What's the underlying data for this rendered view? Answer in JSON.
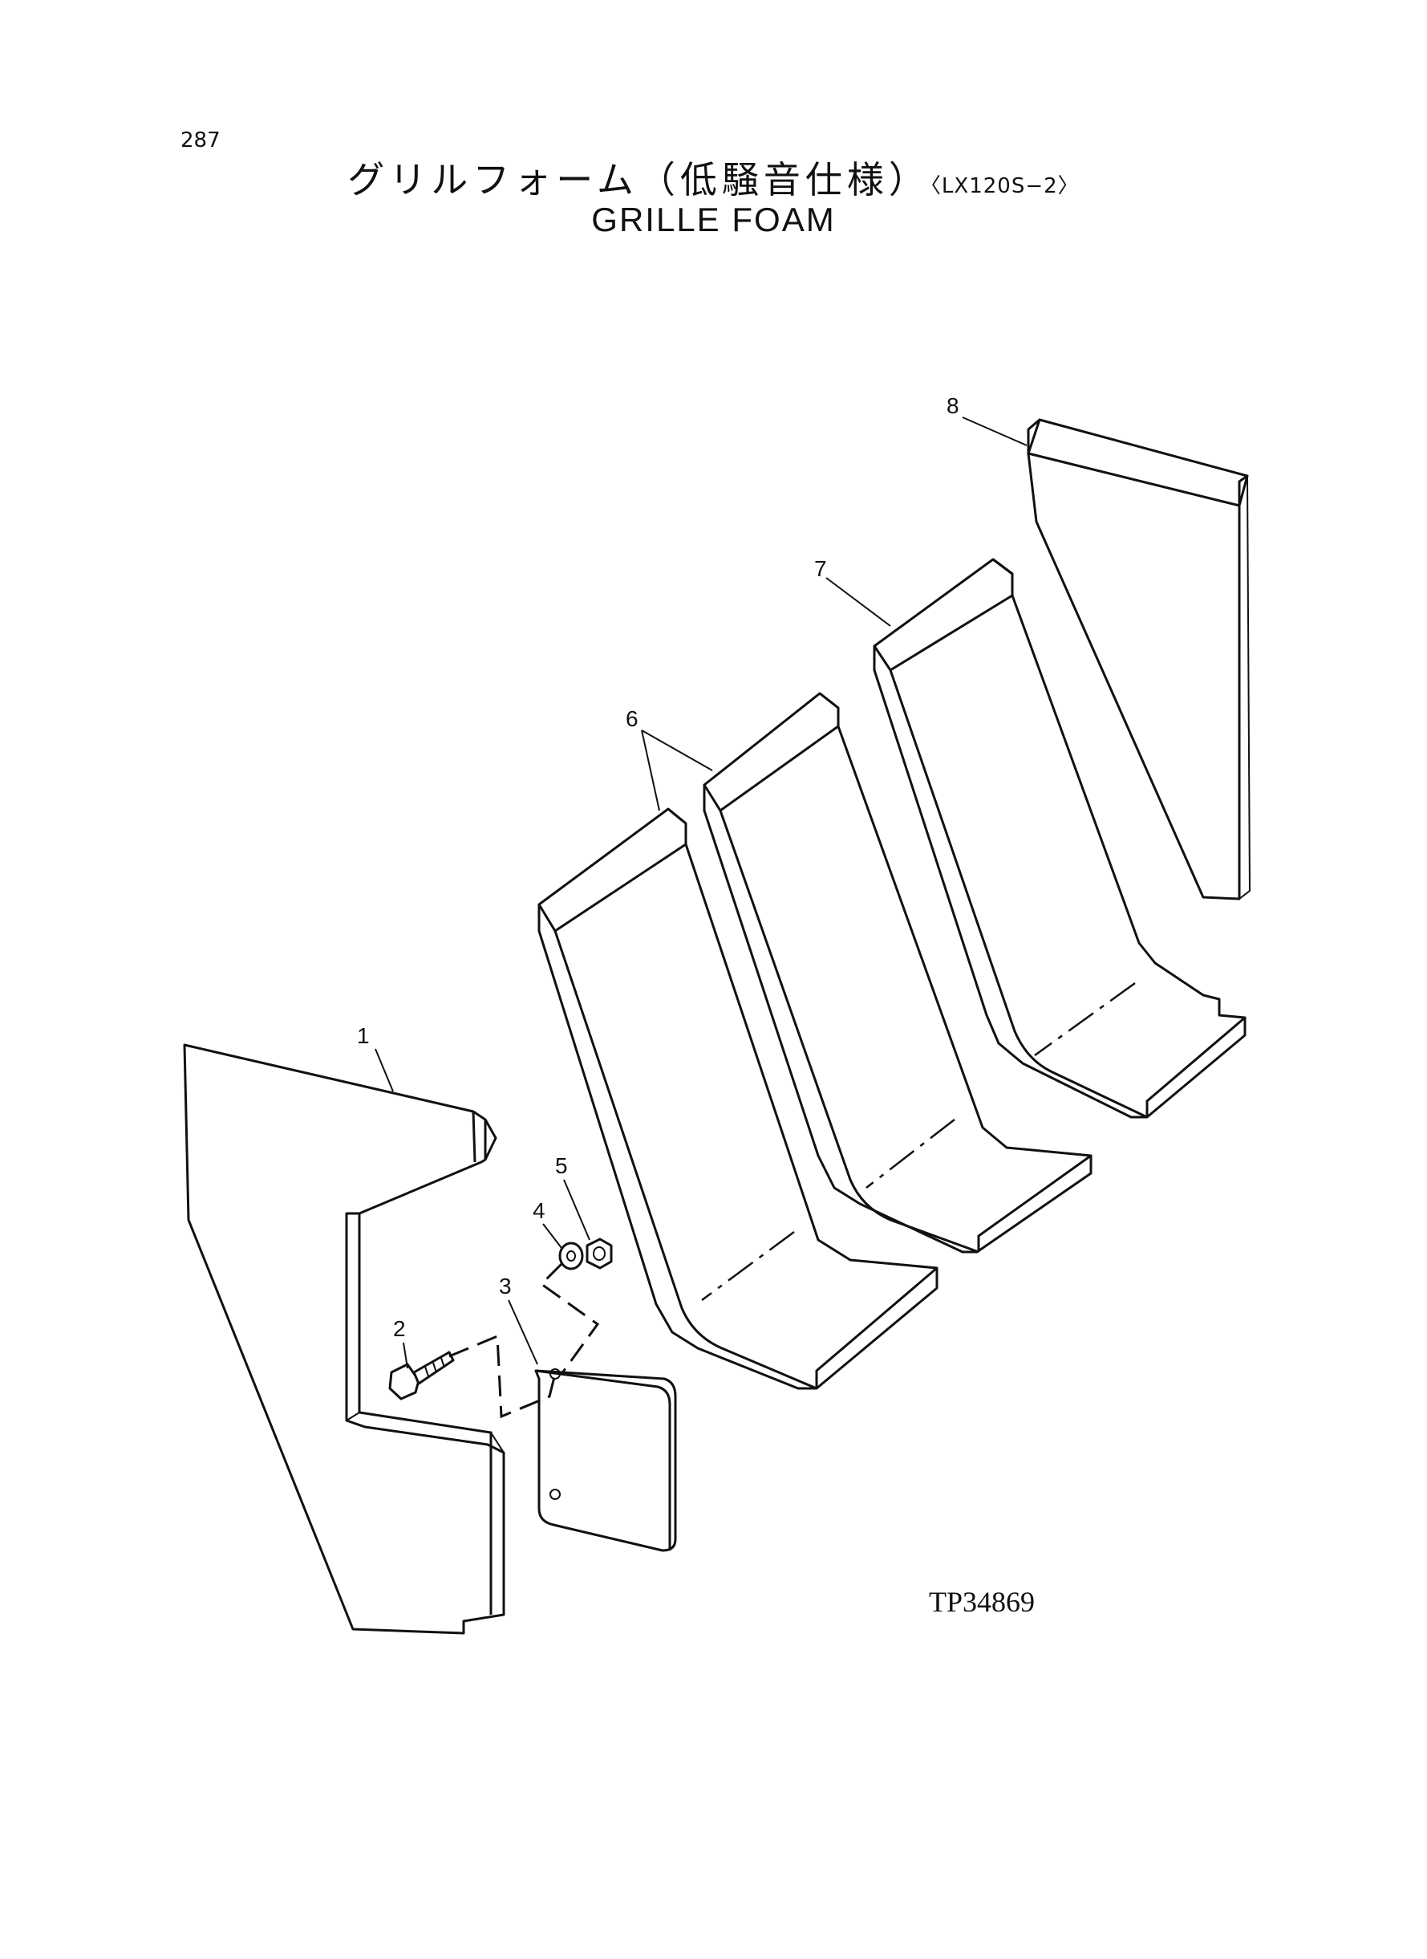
{
  "page": {
    "page_number": "287",
    "title_jp": "グリルフォーム（低騒音仕様）",
    "title_model": "〈LX120S−2〉",
    "title_en": "GRILLE FOAM",
    "drawing_id": "TP34869"
  },
  "callouts": [
    {
      "label": "1",
      "part": "grille-foam-side-panel"
    },
    {
      "label": "2",
      "part": "bolt"
    },
    {
      "label": "3",
      "part": "plate"
    },
    {
      "label": "4",
      "part": "washer"
    },
    {
      "label": "5",
      "part": "nut"
    },
    {
      "label": "6",
      "part": "grille-foam-L-block"
    },
    {
      "label": "7",
      "part": "grille-foam-L-block"
    },
    {
      "label": "8",
      "part": "grille-foam-end-block"
    }
  ]
}
